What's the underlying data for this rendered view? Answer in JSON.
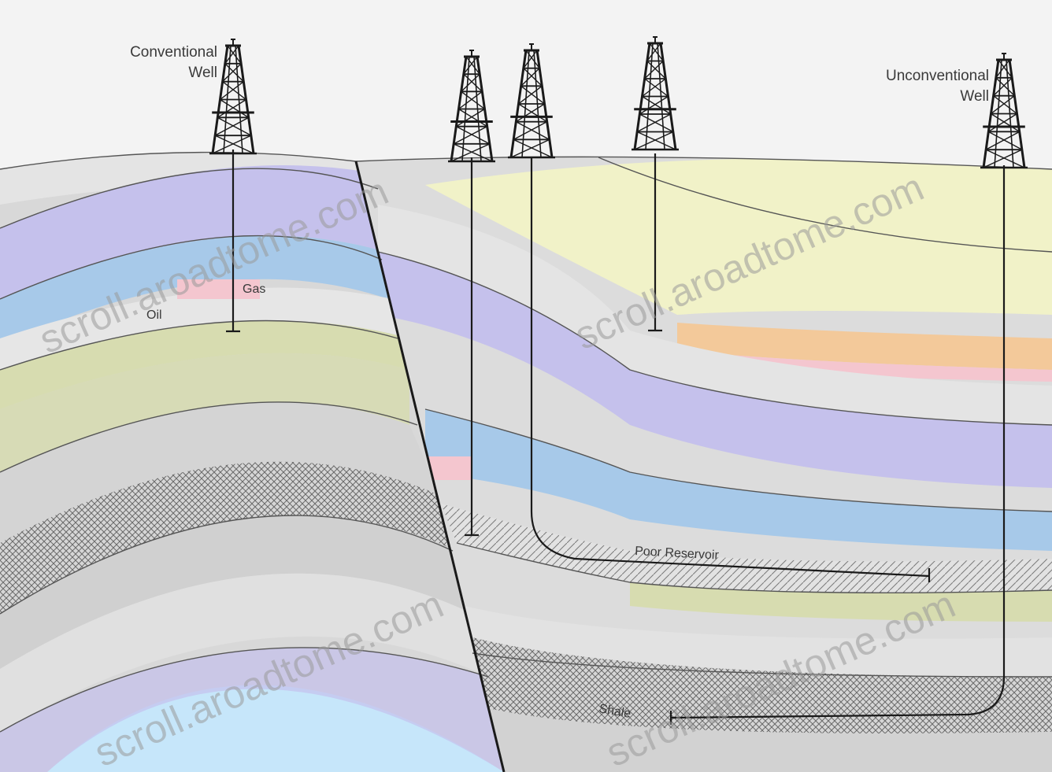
{
  "labels": {
    "conventional_well": [
      "Conventional",
      "Well"
    ],
    "unconventional_well": [
      "Unconventional",
      "Well"
    ],
    "gas": "Gas",
    "oil": "Oil",
    "poor_reservoir": "Poor Reservoir",
    "shale": "Shale"
  },
  "watermark": "scroll.aroadtome.com",
  "colors": {
    "sky": "#f3f3f3",
    "grey_layer": "#d8d8d8",
    "light_grey": "#e3e3e3",
    "purple": "#c5c1ec",
    "blue": "#a7c9e9",
    "olive": "#d7dcb0",
    "yellow": "#f1f2c8",
    "orange": "#f3c99a",
    "pink": "#f4c6cf",
    "light_blue": "#c6e6fa",
    "teal": "#a9dcc8",
    "line": "#1a1a1a"
  }
}
